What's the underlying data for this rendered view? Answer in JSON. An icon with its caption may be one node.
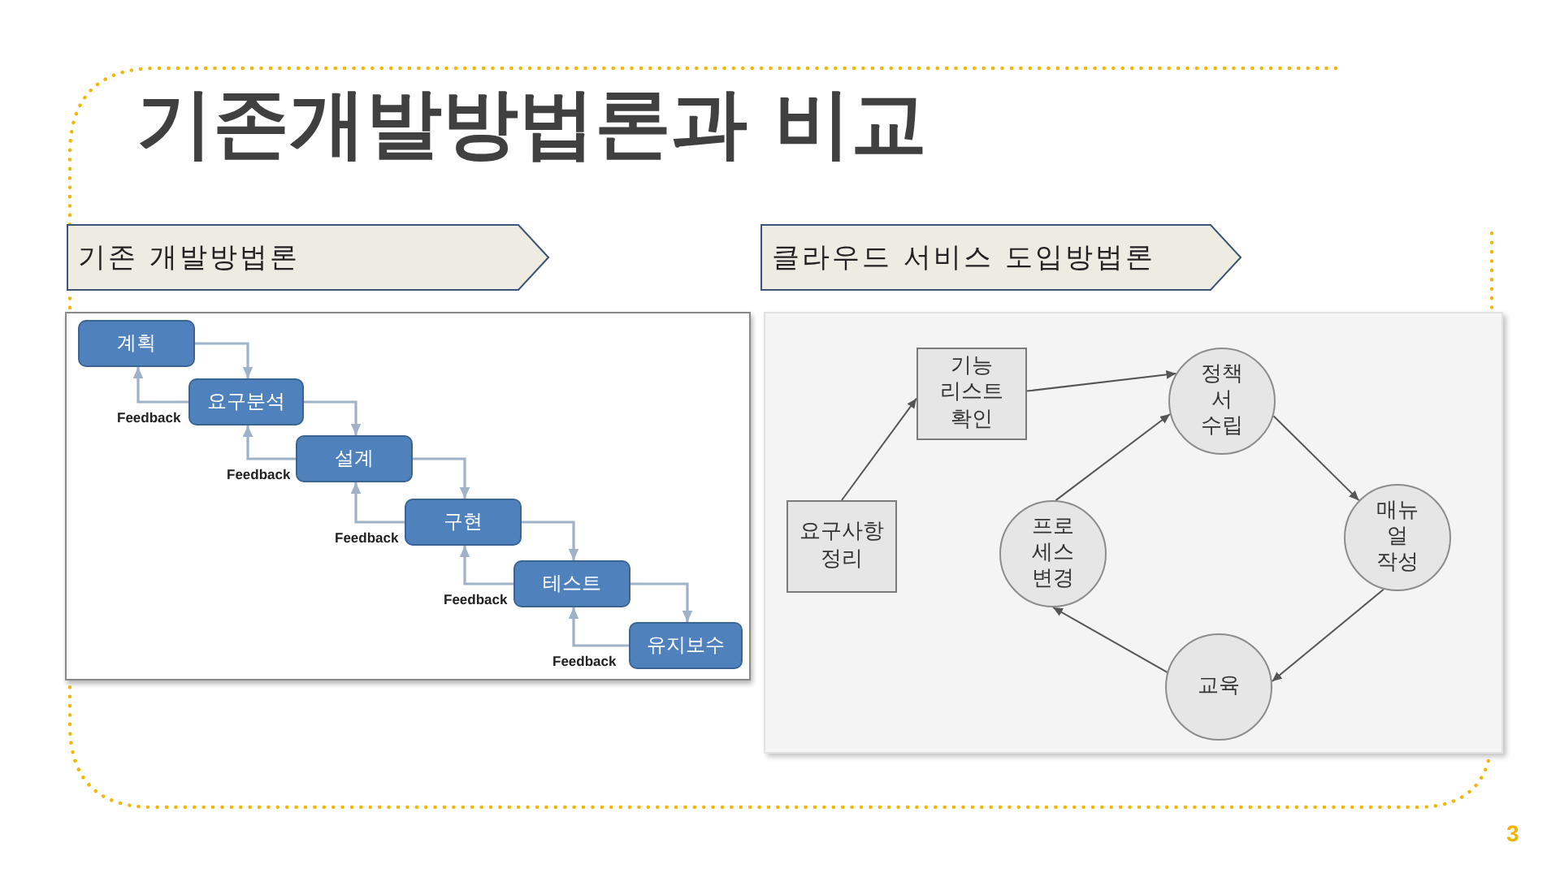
{
  "diagram": {
    "title": "기존개발방법론과 비교",
    "nodes": [
      {
        "text": [
          "기존 개발방법론"
        ]
      },
      {
        "text": [
          "클라우드 서비스 도입방법론"
        ]
      },
      {
        "text": [],
        "shape": "box"
      },
      {
        "text": [
          "계획"
        ],
        "in": 2
      },
      {
        "text": [
          "요구분석"
        ],
        "in": 2
      },
      {
        "text": [
          "설계"
        ],
        "in": 2
      },
      {
        "text": [
          "구현"
        ],
        "in": 2
      },
      {
        "text": [
          "테스트"
        ],
        "in": 2
      },
      {
        "text": [
          "유지보수"
        ],
        "in": 2
      },
      {
        "text": [],
        "shape": "box"
      },
      {
        "text": [
          "기능 리스트 확인"
        ],
        "in": 9
      },
      {
        "text": [
          "정책 서 수립"
        ],
        "in": 9
      },
      {
        "text": [
          "요구사항 정리"
        ],
        "in": 9
      },
      {
        "text": [
          "프로 세스 변경"
        ],
        "in": 9
      },
      {
        "text": [
          "매뉴 얼 작성"
        ],
        "in": 9
      },
      {
        "text": [
          "교육"
        ],
        "in": 9
      }
    ],
    "edges": [
      {
        "from": 3,
        "to": 4,
        "arrow": "to"
      },
      {
        "from": 4,
        "to": 3,
        "arrow": "to",
        "label": "Feedback"
      },
      {
        "from": 4,
        "to": 5,
        "arrow": "to"
      },
      {
        "from": 5,
        "to": 4,
        "arrow": "to",
        "label": "Feedback"
      },
      {
        "from": 5,
        "to": 6,
        "arrow": "to"
      },
      {
        "from": 6,
        "to": 5,
        "arrow": "to",
        "label": "Feedback"
      },
      {
        "from": 6,
        "to": 7,
        "arrow": "to"
      },
      {
        "from": 7,
        "to": 6,
        "arrow": "to",
        "label": "Feedback"
      },
      {
        "from": 7,
        "to": 8,
        "arrow": "to"
      },
      {
        "from": 8,
        "to": 7,
        "arrow": "to",
        "label": "Feedback"
      },
      {
        "from": 12,
        "to": 10,
        "arrow": "to",
        "color": "#555555"
      },
      {
        "from": 10,
        "to": 11,
        "arrow": "to",
        "color": "#555555"
      },
      {
        "from": 11,
        "to": 14,
        "arrow": "to",
        "color": "#555555"
      },
      {
        "from": 14,
        "to": 15,
        "arrow": "to",
        "color": "#555555"
      },
      {
        "from": 15,
        "to": 13,
        "arrow": "to",
        "color": "#555555"
      },
      {
        "from": 13,
        "to": 11,
        "arrow": "to",
        "color": "#555555"
      }
    ],
    "labels": [
      "3"
    ]
  }
}
